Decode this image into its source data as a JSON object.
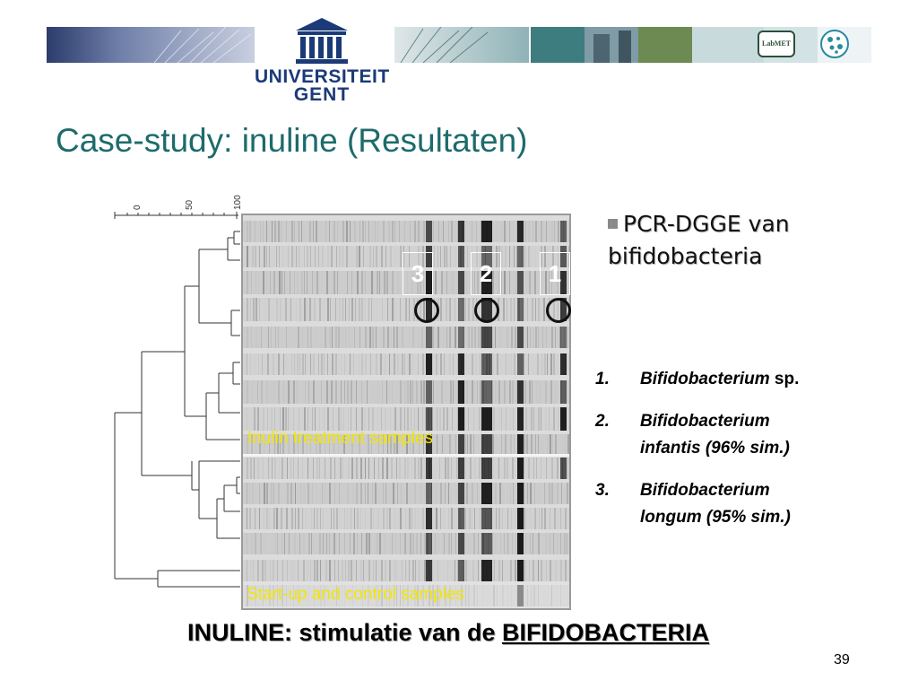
{
  "header": {
    "university_line1": "UNIVERSITEIT",
    "university_line2": "GENT",
    "badge_text": "LabMET"
  },
  "title": "Case-study: inuline (Resultaten)",
  "dendrogram": {
    "scale_ticks": [
      "0",
      "50",
      "100"
    ]
  },
  "gel": {
    "lane_labels": [
      "3",
      "2",
      "1"
    ],
    "caption_inulin": "Inulin treatment samples",
    "caption_control": "Start-up and control samples"
  },
  "bullet": {
    "text_line1": "PCR-DGGE van",
    "text_line2": "bifidobacteria"
  },
  "species": [
    {
      "num": "1.",
      "name": "Bifidobacterium",
      "suffix": " sp.",
      "line2": ""
    },
    {
      "num": "2.",
      "name": "Bifidobacterium",
      "suffix": "",
      "line2": "infantis (96% sim.)"
    },
    {
      "num": "3.",
      "name": "Bifidobacterium",
      "suffix": "",
      "line2": "longum (95% sim.)"
    }
  ],
  "footer": {
    "prefix": "INULINE: stimulatie van de ",
    "underlined": "BIFIDOBACTERIA"
  },
  "page_number": "39",
  "colors": {
    "title": "#1d6b6b",
    "university_blue": "#1b3a78",
    "caption_yellow": "#f2e600"
  }
}
